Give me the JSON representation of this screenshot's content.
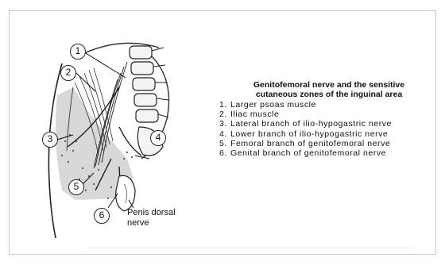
{
  "legend": {
    "title_line1": "Genitofemoral nerve and the sensitive",
    "title_line2": "cutaneous zones of the inguinal area",
    "items": [
      {
        "num": "1.",
        "label": "Larger psoas muscle"
      },
      {
        "num": "2.",
        "label": "Iliac muscle"
      },
      {
        "num": "3.",
        "label": "Lateral branch of ilio-hypogastric nerve"
      },
      {
        "num": "4.",
        "label": "Lower branch of ilio-hypogastric nerve"
      },
      {
        "num": "5.",
        "label": "Femoral branch of genitofemoral nerve"
      },
      {
        "num": "6.",
        "label": "Genital branch of genitofemoral nerve"
      }
    ]
  },
  "diagram": {
    "markers": [
      "1",
      "2",
      "3",
      "4",
      "5",
      "6"
    ],
    "dorsal_label_line1": "Penis dorsal",
    "dorsal_label_line2": "nerve"
  }
}
